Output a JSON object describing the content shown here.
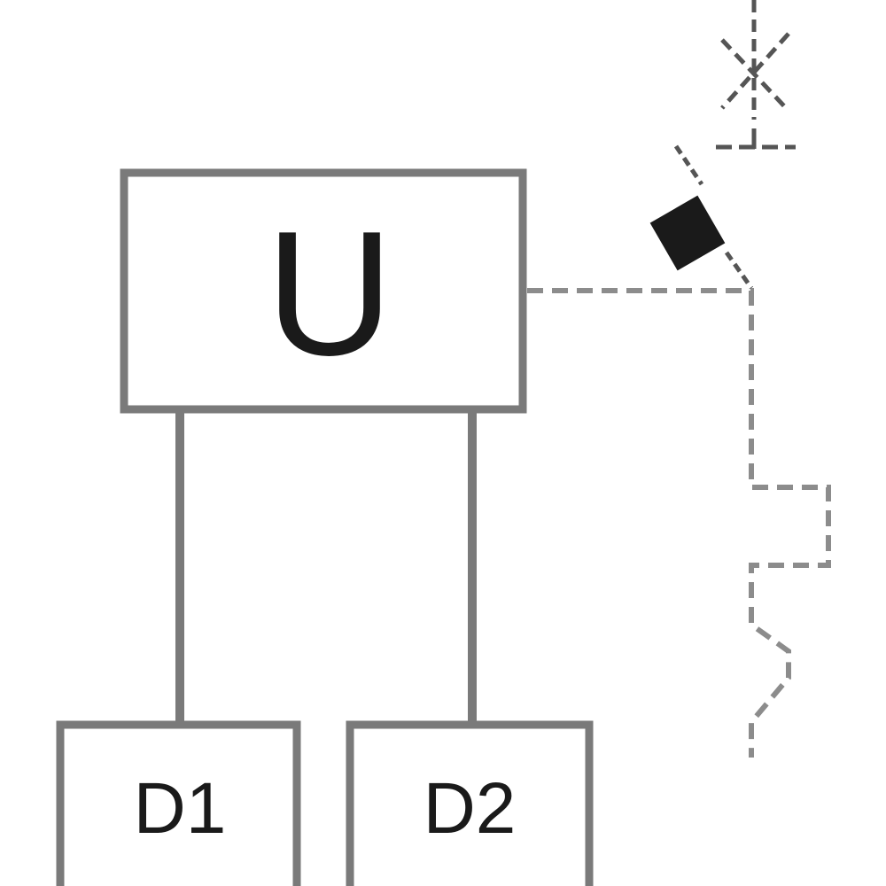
{
  "diagram": {
    "unit_label": "U",
    "devices": [
      {
        "label": "D1"
      },
      {
        "label": "D2"
      }
    ],
    "colors": {
      "box_stroke": "#7a7a7a",
      "dashed": "#8c8c8c",
      "text": "#1a1a1a"
    }
  }
}
